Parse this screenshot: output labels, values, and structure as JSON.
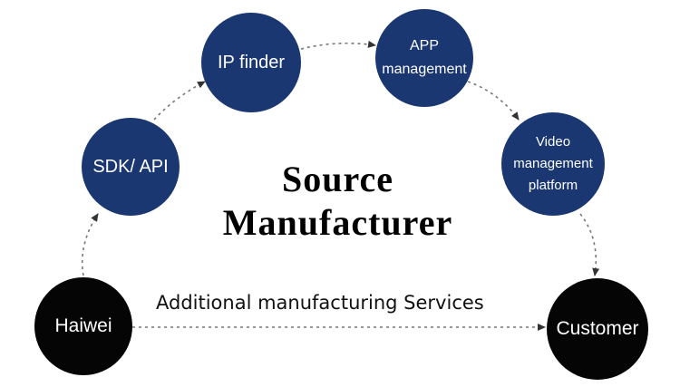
{
  "title": {
    "line1": "Source",
    "line2": "Manufacturer"
  },
  "nodes": {
    "haiwei": "Haiwei",
    "sdk_api": "SDK/ API",
    "ip_finder": "IP finder",
    "app_management": [
      "APP",
      "management"
    ],
    "video_management_platform": [
      "Video",
      "management",
      "platform"
    ],
    "customer": "Customer"
  },
  "bottom_link": {
    "label": "Additional manufacturing Services"
  },
  "colors": {
    "blue_node": "#1a3772",
    "black_node": "#050505",
    "arrow": "#777777",
    "text_on_node": "#ffffff"
  }
}
